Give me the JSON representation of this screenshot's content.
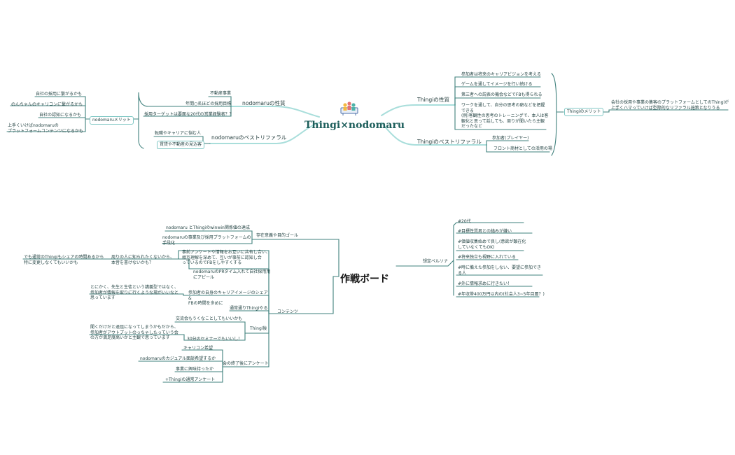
{
  "map1": {
    "center": "Thingi×nodomaru",
    "left": {
      "merit": {
        "title": "nodomaruメリット",
        "items": [
          "自社の採用に繋がるかも",
          "のんちゃんのキャリコンに繋がるかも",
          "自社の認知になるかも",
          "上手くいけばnodomaruの\nプラットフォームコンテンツになるかも"
        ]
      },
      "seishitsu": {
        "title": "nodomaruの性質",
        "items": [
          "不動産事業",
          "年間○名ほどの採用目標",
          "採用ターゲットは要面な20代の営業経験者？？"
        ]
      },
      "bestref": {
        "title": "nodomaruのベストリファラル",
        "items": [
          "転職やキャリアに悩む人",
          "賃貸や不動産の見込客"
        ]
      }
    },
    "right": {
      "seishitsu": {
        "title": "Thingiの性質",
        "items": [
          "参加者は将来のキャリアビジョンを考える",
          "ゲームを通してイメージを行い続ける",
          "第三者への説表の機会などでFBも得られる",
          "ワークを通して、自分の思考の癖などを把握できる\n(例)客観性の思考のトレーニングで、本人は客観化と思って話しても、周りが聞いたら主観だったなど"
        ]
      },
      "bestref": {
        "title": "Thingiのベストリファラル",
        "items": [
          "参加者(プレイヤー)",
          "フロント商材としての活用の場"
        ]
      },
      "merit": {
        "title": "Thingiのメリット",
        "items": [
          "会社の採用や事業の集客のプラットフォームとしてのThingiが\n上手くハマっていけば型際的なリファラル施策となりうる"
        ]
      }
    }
  },
  "map2": {
    "center": "作戦ボード",
    "persona": {
      "title": "想定ペルソナ",
      "items": [
        "#20代",
        "#目標性質男との絡みが嫌い",
        "#価値収集始めで良し(意欲が顕在化していなくてもOK)",
        "#将来独立も視野に入れている",
        "#時に備えた参加をしない、要望に参加できる人",
        "#外に情報求めに行きたい！",
        "#年収帯400万円以内の(社会人3~5年目層？)"
      ]
    },
    "goal": {
      "title": "存在意義や目的ゴール",
      "items": [
        "nodomaru とThingiのwinwin関係値の達成",
        "nodomaruの事業及び採用プラットフォームの\n手段化"
      ]
    },
    "content": {
      "title": "コンテンツ",
      "sub": [
        "事前アンケートや情報をお互いに共有し合い、\n相互理解を深めて、互いが事前に認知し合\nっているのでFBをしやすくする",
        "nodomaruのPRタイム入れて自社採用用\nにアピール",
        "参加者の自身のキャリアイメージのシェア&\nFBの時間を多めに",
        "通常通りThingiやる"
      ],
      "left_notes": [
        "でも通常のThingiもシェアの時間あるから\n特に変更しなくてもいいかも",
        "周りの人に知られたくないから、\n本音を書けないかも？",
        "とにかく、先生と生徒という講義型ではなく、\n参加者が情報を取りに行くような場がいいなと\n思っています"
      ]
    },
    "after": {
      "title": "Thingi後",
      "items": [
        "交流会もうくなことしてもいいかも",
        "30分のセミナーでもいいし！"
      ],
      "note": "聞くだけだと退屈になってしまうかもだから、\n参加者がアウトプットのっちゃしたっていう会\nの方が満足度高いかと主観で思っています"
    },
    "survey": {
      "title": "会の終了後にアンケート",
      "items": [
        "キャリコン希望",
        "nodomaruのカジュアル面談希望するか",
        "事業に興味持ったか",
        "+Thingiの通常アンケート"
      ]
    }
  },
  "colors": {
    "teal": "#5fb8b4",
    "dark": "#2d5f5c",
    "title": "#1d5e5b",
    "line": "#8fd0cd"
  }
}
